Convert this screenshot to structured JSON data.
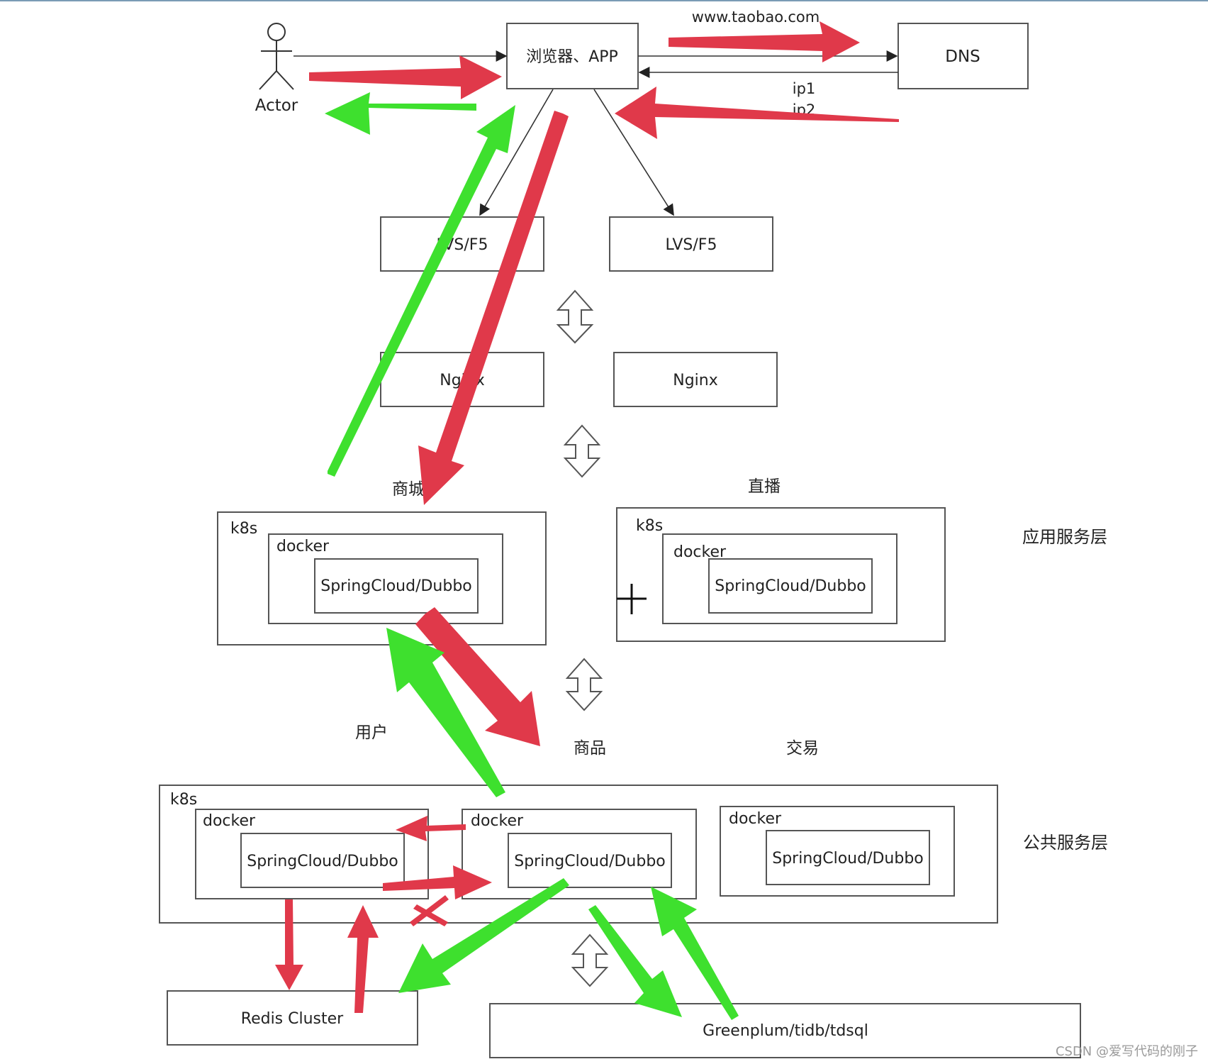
{
  "actor": {
    "label": "Actor"
  },
  "nodes": {
    "browser": "浏览器、APP",
    "dns": "DNS",
    "lvs_left": "LVS/F5",
    "lvs_right": "LVS/F5",
    "nginx_left": "Nginx",
    "nginx_right": "Nginx",
    "redis": "Redis Cluster",
    "db": "Greenplum/tidb/tdsql"
  },
  "edges": {
    "domain": "www.taobao.com",
    "ip1": "ip1",
    "ip2": "ip2"
  },
  "app_layer": {
    "title": "应用服务层",
    "mall": {
      "label": "商城",
      "k8s": "k8s",
      "docker": "docker",
      "service": "SpringCloud/Dubbo"
    },
    "live": {
      "label": "直播",
      "k8s": "k8s",
      "docker": "docker",
      "service": "SpringCloud/Dubbo"
    }
  },
  "common_layer": {
    "title": "公共服务层",
    "k8s": "k8s",
    "user": {
      "label": "用户",
      "docker": "docker",
      "service": "SpringCloud/Dubbo"
    },
    "goods": {
      "label": "商品",
      "docker": "docker",
      "service": "SpringCloud/Dubbo"
    },
    "trade": {
      "label": "交易",
      "docker": "docker",
      "service": "SpringCloud/Dubbo"
    }
  },
  "watermark": "CSDN @爱写代码的刚子",
  "colors": {
    "request_arrow": "#e0394a",
    "response_arrow": "#3ee02e"
  }
}
